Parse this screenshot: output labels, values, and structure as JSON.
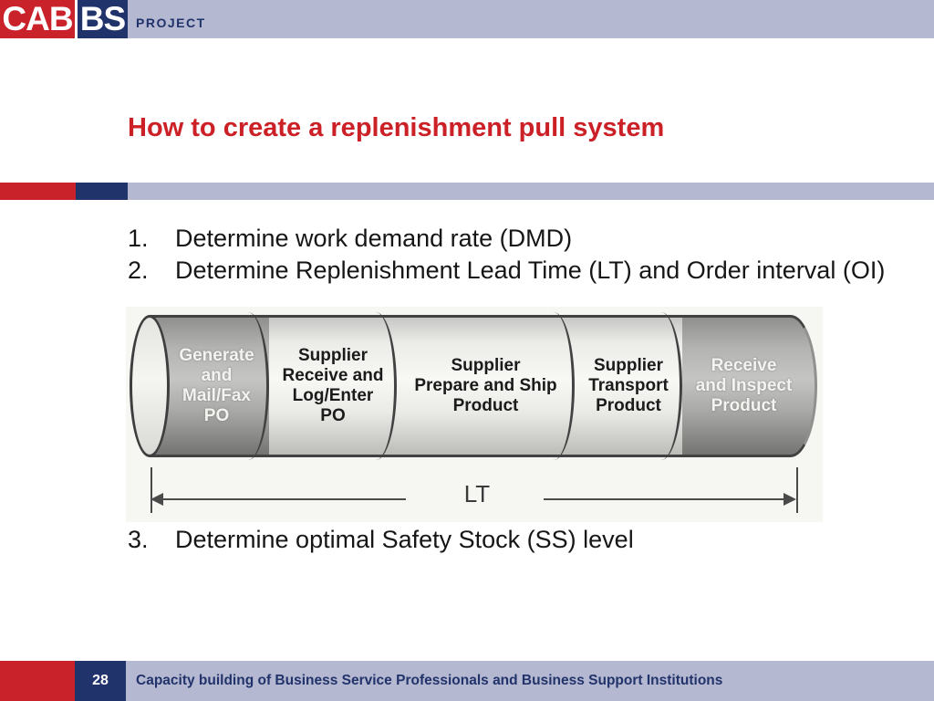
{
  "header": {
    "logo_cab": "CAB",
    "logo_bs": "BS",
    "logo_project": "PROJECT"
  },
  "title": "How to create a replenishment pull system",
  "list_items": [
    {
      "number": "1.",
      "text": "Determine work demand rate (DMD)"
    },
    {
      "number": "2.",
      "text": "Determine Replenishment Lead Time (LT) and Order interval (OI)"
    },
    {
      "number": "3.",
      "text": "Determine optimal Safety Stock (SS) level"
    }
  ],
  "diagram": {
    "segments": [
      {
        "shade": "dark",
        "lines": [
          "Generate",
          "and",
          "Mail/Fax",
          "PO"
        ]
      },
      {
        "shade": "light",
        "lines": [
          "Supplier",
          "Receive and",
          "Log/Enter",
          "PO"
        ]
      },
      {
        "shade": "light",
        "lines": [
          "Supplier",
          "Prepare and Ship",
          "Product"
        ]
      },
      {
        "shade": "light",
        "lines": [
          "Supplier",
          "Transport",
          "Product"
        ]
      },
      {
        "shade": "dark",
        "lines": [
          "Receive",
          "and Inspect",
          "Product"
        ]
      }
    ],
    "arrow_label": "LT"
  },
  "footer": {
    "page_number": "28",
    "text": "Capacity building of Business Service Professionals and Business Support Institutions"
  },
  "colors": {
    "accent_red": "#c9222b",
    "accent_dark_blue": "#21336b",
    "bar_lavender": "#b4b8d1",
    "title_red": "#cc2027"
  }
}
